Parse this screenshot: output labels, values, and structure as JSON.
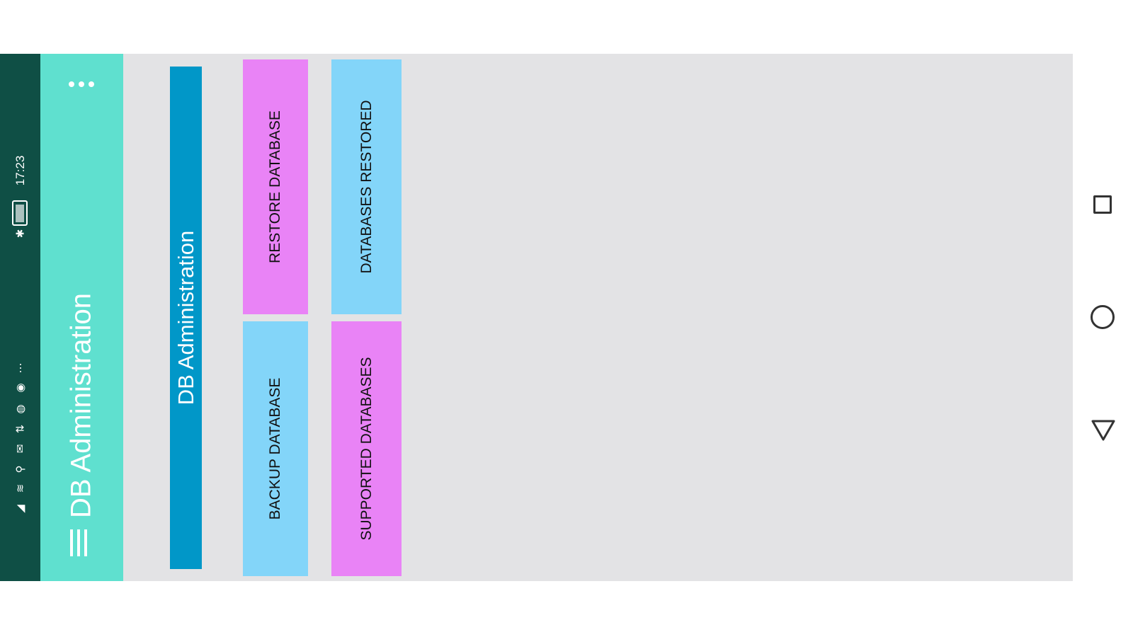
{
  "status_bar": {
    "time": "17:23",
    "icons": [
      "bluetooth-icon",
      "battery-charging-icon",
      "more-notifications-icon",
      "vpn-icon",
      "sync-icon",
      "data-transfer-icon",
      "mail-icon",
      "usb-icon",
      "wifi-icon",
      "signal-icon"
    ]
  },
  "app_bar": {
    "title": "DB Administration",
    "background": "#5fe0cf"
  },
  "content": {
    "header": "DB Administration",
    "header_color": "#0197c8",
    "tiles": [
      {
        "label": "RESTORE DATABASE",
        "color": "#e983f6"
      },
      {
        "label": "BACKUP DATABASE",
        "color": "#83d5f9"
      },
      {
        "label": "DATABASES RESTORED",
        "color": "#83d5f9"
      },
      {
        "label": "SUPPORTED DATABASES",
        "color": "#e983f6"
      }
    ]
  },
  "nav_bar": {
    "buttons": [
      "recents-square-icon",
      "home-circle-icon",
      "back-triangle-icon"
    ]
  }
}
